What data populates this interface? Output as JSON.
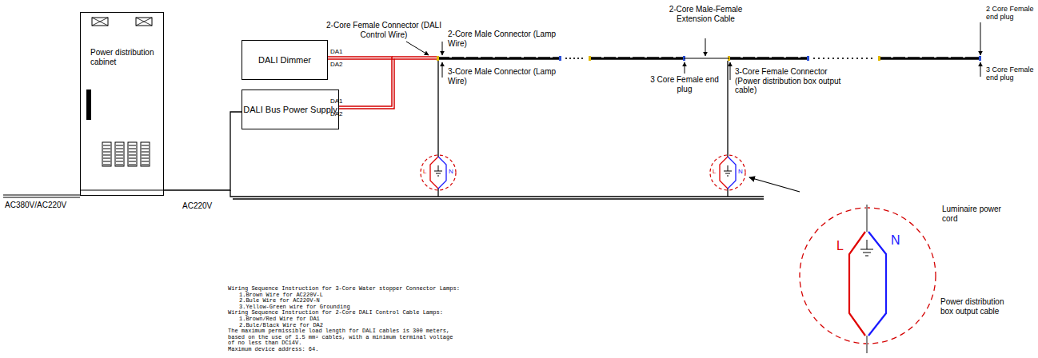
{
  "diagram": {
    "nodes": [
      {
        "text": [
          "Power distribution cabinet"
        ]
      },
      {
        "text": [
          "DALI Dimmer"
        ]
      },
      {
        "text": [
          "DALI Bus Power Supply"
        ]
      }
    ],
    "edges": [
      {
        "from": 0,
        "to": 2,
        "arrow": "none",
        "label": "AC220V"
      },
      {
        "from": 1,
        "to": 2,
        "arrow": "none"
      }
    ],
    "labels": [
      "AC380V/AC220V",
      "DA1",
      "DA2",
      "DA1",
      "DA2",
      "2-Core Female Connector (DALI Control Wire)",
      "2-Core Male Connector (Lamp Wire)",
      "3-Core Male Connector (Lamp Wire)",
      "3 Core Female end plug",
      "2-Core Male-Female Extension Cable",
      "3-Core Female Connector (Power distribution box output cable)",
      "2 Core Female end plug",
      "3 Core Female end plug",
      "L",
      "N",
      "L",
      "N",
      "Luminaire power cord",
      "L",
      "N",
      "Power distribution box output cable",
      "Wiring Sequence Instruction for 3-Core Water stopper Connector Lamps:",
      "1.Brown Wire for AC220V-L",
      "2.Bule Wire for AC220V-N",
      "3.Yellow-Green wire for Grounding",
      "Wiring Sequence Instruction for 2-Core DALI Control Cable Lamps:",
      "1.Brown/Red Wire for DA1",
      "2.Bule/Black Wire for DA2",
      "The maximum permissible load length for DALI cables is 300 meters, based on the use of 1.5 mm² cables, with a minimum terminal voltage of no less than DC14V.",
      "Maximum device address: 64."
    ]
  }
}
